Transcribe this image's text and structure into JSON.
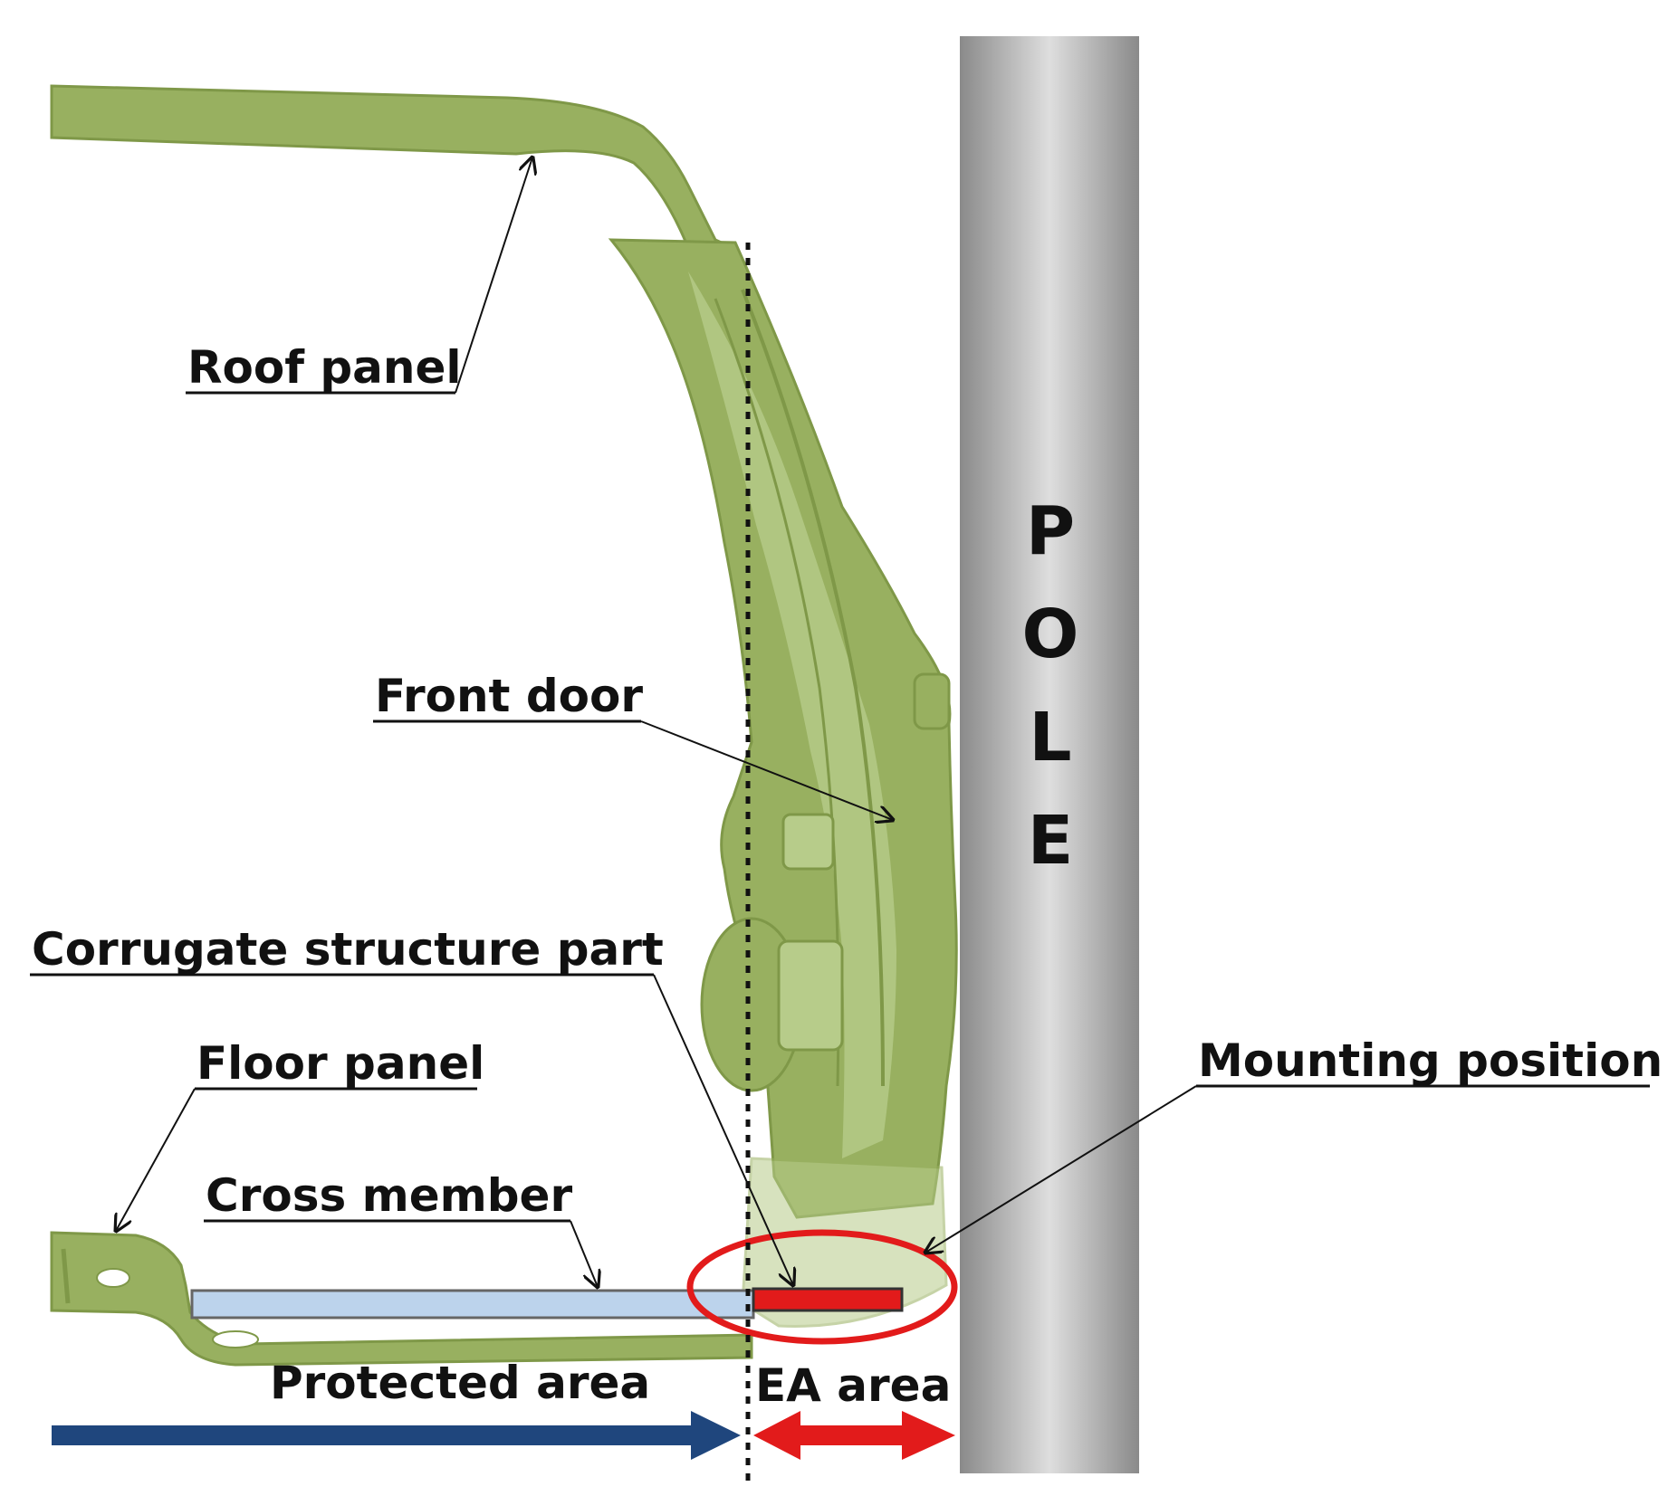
{
  "labels": {
    "roof_panel": "Roof panel",
    "front_door": "Front door",
    "corrugate": "Corrugate structure part",
    "floor_panel": "Floor panel",
    "cross_member": "Cross member",
    "mounting": "Mounting position",
    "protected_area": "Protected area",
    "ea_area": "EA area"
  },
  "pole": {
    "letters": [
      "P",
      "O",
      "L",
      "E"
    ]
  },
  "colors": {
    "body_green": "#98b060",
    "body_green_dark": "#7f9848",
    "body_green_light": "#b7cc8a",
    "cross_member_fill": "#bcd3ec",
    "mount_red": "#e21b1b",
    "arrow_blue": "#1f467d",
    "pole_mid": "#dcdcdc",
    "pole_edge": "#8a8a8a"
  }
}
